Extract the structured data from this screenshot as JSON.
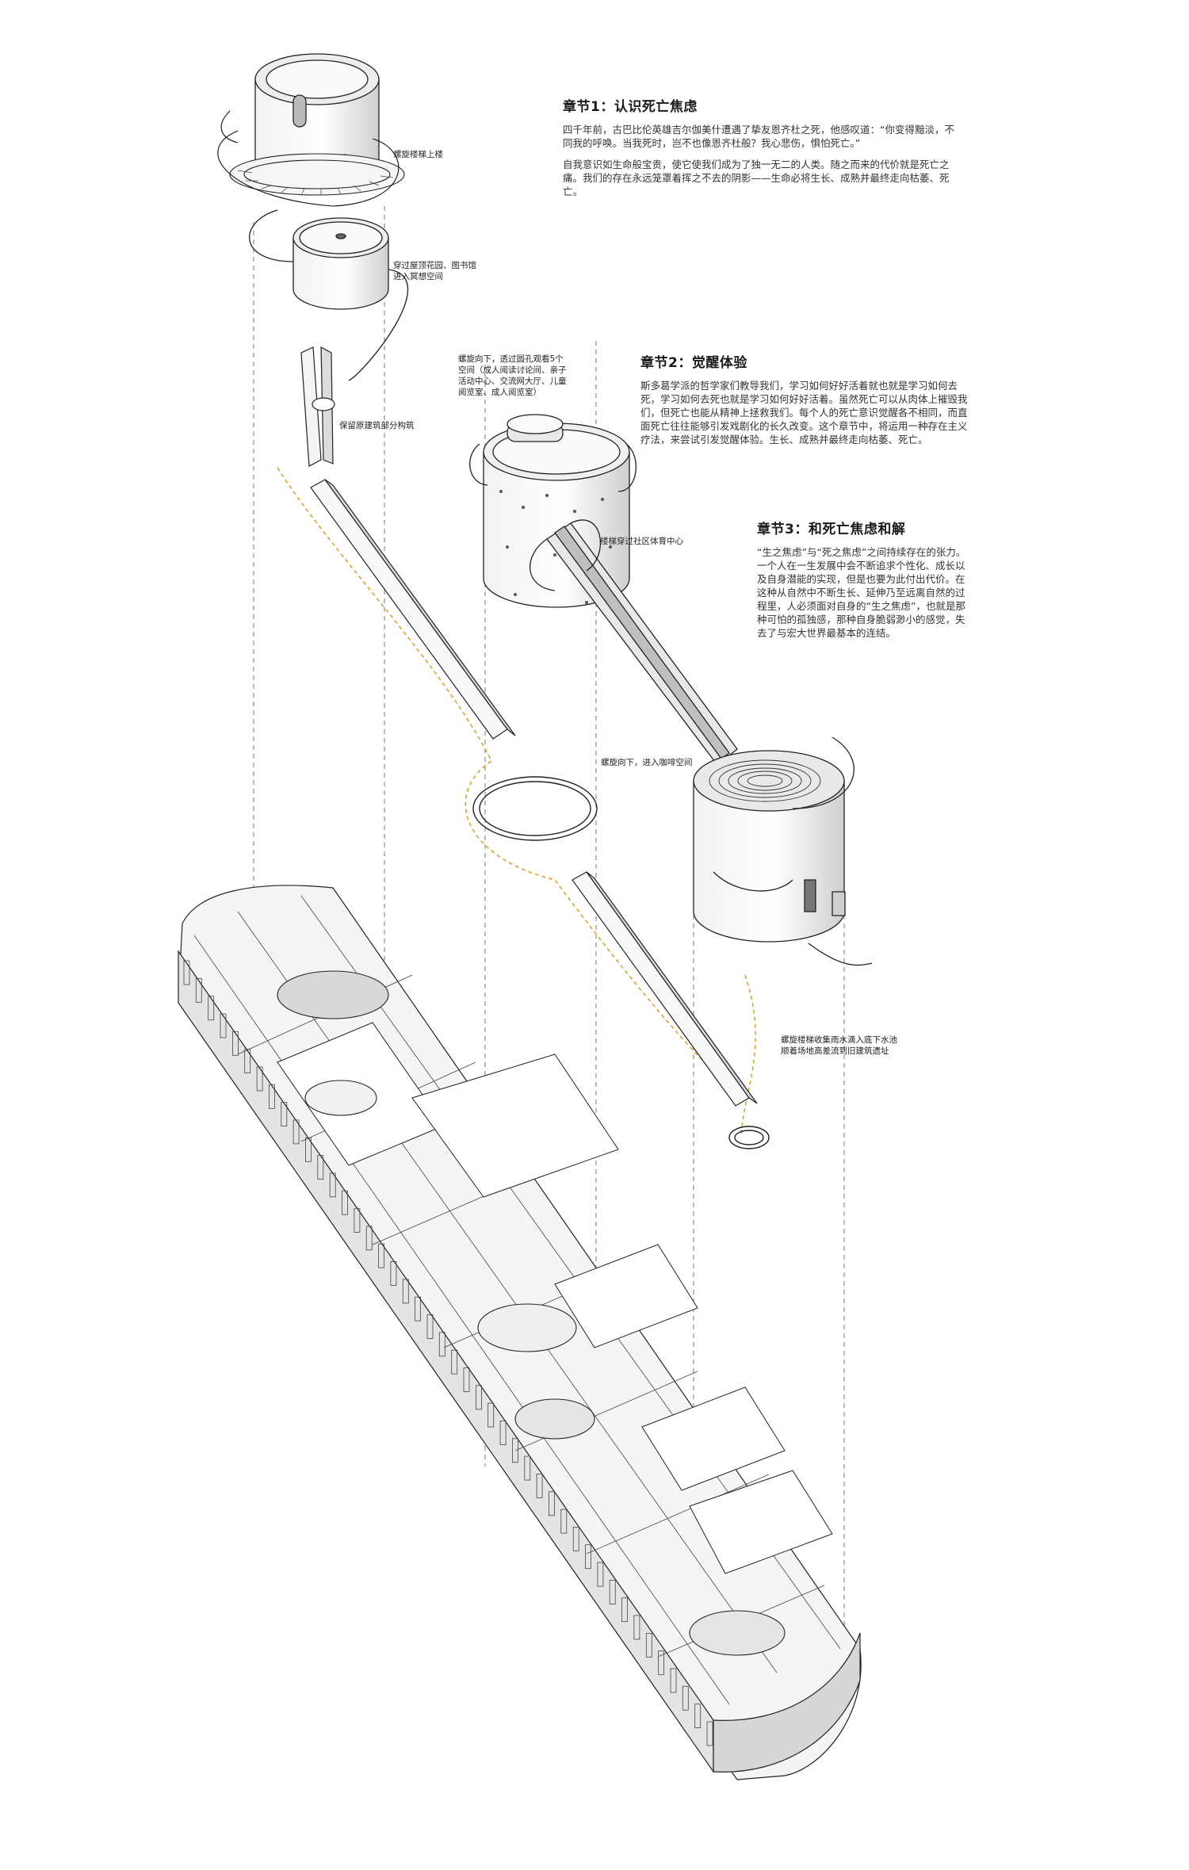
{
  "chapters": [
    {
      "title": "章节1：认识死亡焦虑",
      "paragraphs": [
        "四千年前，古巴比伦英雄吉尔伽美什遭遇了挚友恩齐杜之死，他感叹道：“你变得黯淡，不同我的呼唤。当我死时，岂不也像恩齐杜般？我心悲伤，惧怕死亡。”",
        "自我意识如生命般宝贵，使它使我们成为了独一无二的人类。随之而来的代价就是死亡之痛。我们的存在永远笼罩着挥之不去的阴影——生命必将生长、成熟并最终走向枯萎、死亡。"
      ]
    },
    {
      "title": "章节2：觉醒体验",
      "paragraphs": [
        "斯多葛学派的哲学家们教导我们，学习如何好好活着就也就是学习如何去死，学习如何去死也就是学习如何好好活着。虽然死亡可以从肉体上摧毁我们，但死亡也能从精神上拯救我们。每个人的死亡意识觉醒各不相同，而直面死亡往往能够引发戏剧化的长久改变。这个章节中，将运用一种存在主义疗法，来尝试引发觉醒体验。生长、成熟并最终走向枯萎、死亡。"
      ]
    },
    {
      "title": "章节3：和死亡焦虑和解",
      "paragraphs": [
        "“生之焦虑”与“死之焦虑”之间持续存在的张力。一个人在一生发展中会不断追求个性化、成长以及自身潜能的实现，但是也要为此付出代价。在这种从自然中不断生长、延伸乃至远离自然的过程里，人必须面对自身的“生之焦虑”，也就是那种可怕的孤独感，那种自身脆弱渺小的感觉，失去了与宏大世界最基本的连结。"
      ]
    }
  ],
  "annotations": {
    "a1": "螺旋楼梯上楼",
    "a2": [
      "穿过屋顶花园、图书馆",
      "进入冥想空间"
    ],
    "a3": [
      "螺旋向下，透过圆孔观看5个",
      "空间（成人阅读讨论间、亲子",
      "活动中心、交流网大厅、儿童",
      "阅览室、成人阅览室）"
    ],
    "a4": "保留原建筑部分构筑",
    "a5": "楼梯穿过社区体育中心",
    "a6": "螺旋向下，进入咖啡空间",
    "a7": [
      "螺旋楼梯收集雨水滴入底下水池",
      "顺着场地高差流到旧建筑遗址"
    ]
  },
  "colors": {
    "ink": "#1a1a1a",
    "line": "#333333",
    "accent_path": "#e0a12a",
    "shade": "#d9d9d9"
  }
}
